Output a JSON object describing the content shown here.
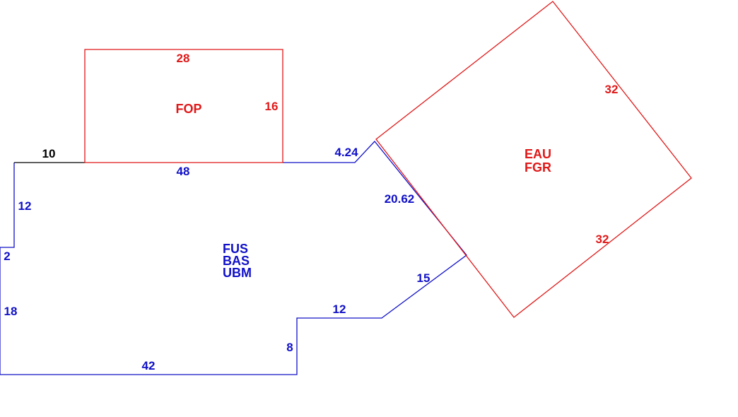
{
  "colors": {
    "main_structure": "#1010c8",
    "additions": "#e01818",
    "dimension_neutral": "#000000",
    "background": "#ffffff"
  },
  "main_area": {
    "codes": [
      "FUS",
      "BAS",
      "UBM"
    ],
    "dimensions": {
      "top_left": "10",
      "top_middle": "48",
      "top_angled": "4.24",
      "diagonal": "20.62",
      "lower_angled": "15",
      "lower_step": "12",
      "step_drop": "8",
      "bottom": "42",
      "left_lower": "18",
      "left_jog": "2",
      "left_upper": "12"
    }
  },
  "porch_area": {
    "code": "FOP",
    "dimensions": {
      "top": "28",
      "right": "16"
    }
  },
  "garage_area": {
    "codes": [
      "EAU",
      "FGR"
    ],
    "dimensions": {
      "upper_right": "32",
      "lower_right": "32"
    }
  }
}
